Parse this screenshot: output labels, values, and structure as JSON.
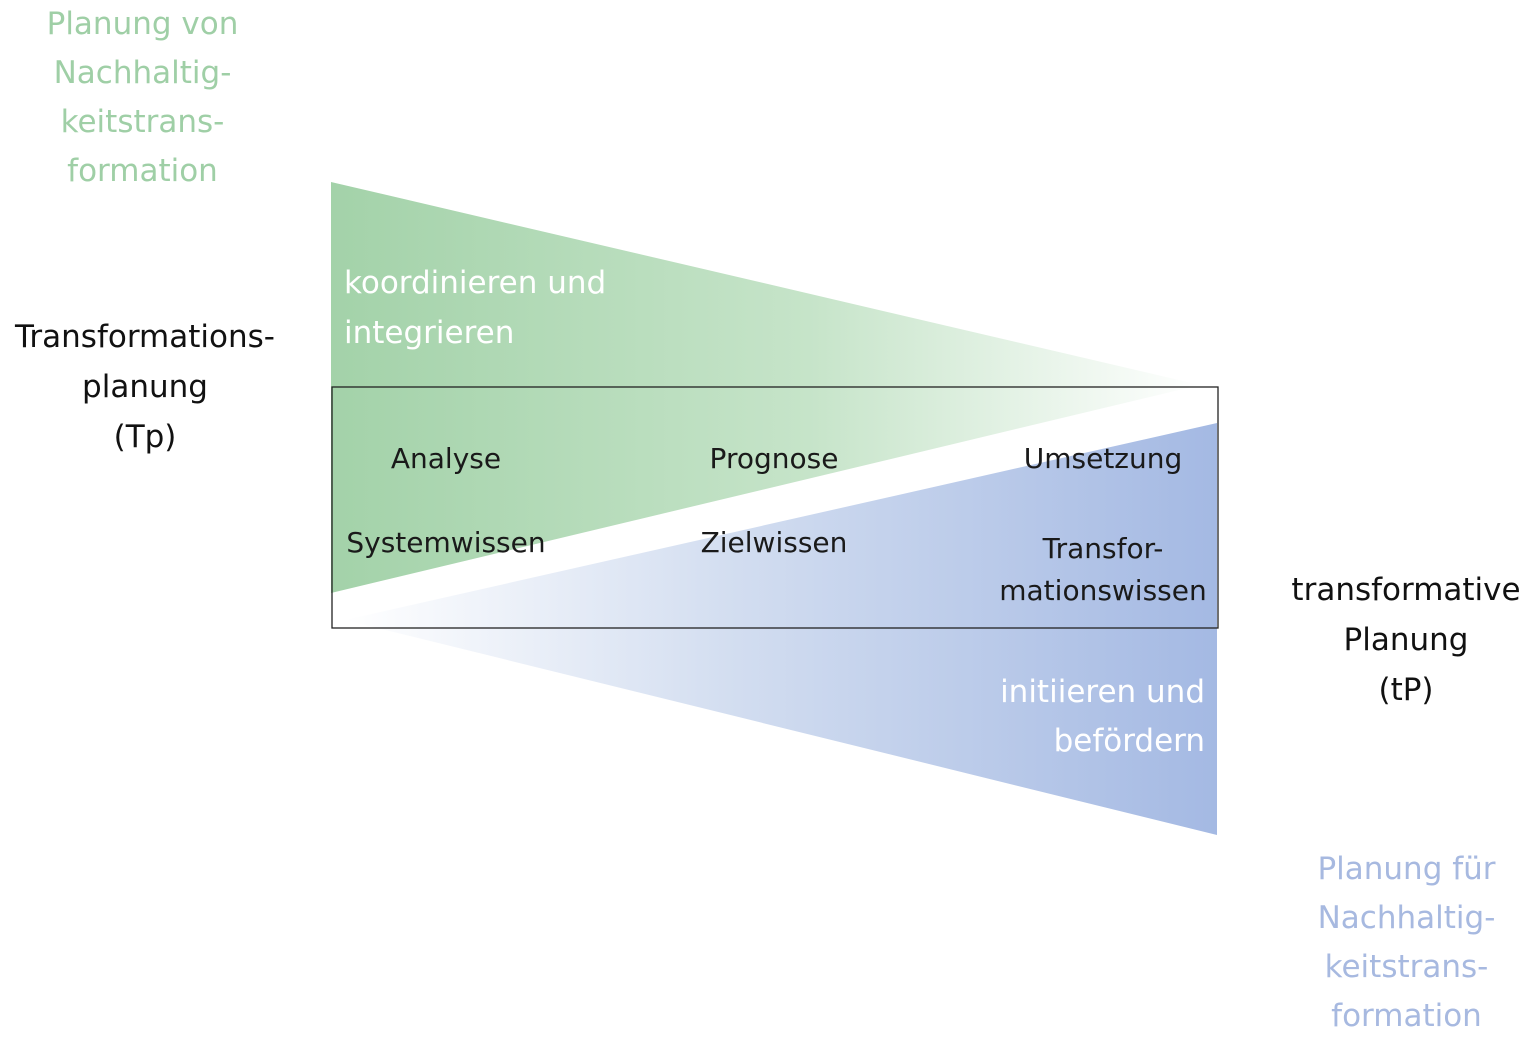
{
  "colors": {
    "green": "#a3d2a9",
    "blue": "#a4b9e3",
    "green_text": "#9fcfa6",
    "blue_text": "#a7b9e0",
    "box_stroke": "#222222"
  },
  "left_title": {
    "lines": [
      "Planung von",
      "Nachhaltig-",
      "keitstrans-",
      "formation"
    ]
  },
  "left_label": {
    "lines": [
      "Transformations-",
      "planung",
      "(Tp)"
    ]
  },
  "green_wedge_label": {
    "lines": [
      "koordinieren und",
      "integrieren"
    ]
  },
  "matrix": {
    "row1": [
      "Analyse",
      "Prognose",
      "Umsetzung"
    ],
    "row2": [
      "Systemwissen",
      "Zielwissen"
    ],
    "row2_last": [
      "Transfor-",
      "mationswissen"
    ]
  },
  "blue_wedge_label": {
    "lines": [
      "initiieren und",
      "befördern"
    ]
  },
  "right_label": {
    "lines": [
      "transformative",
      "Planung",
      "(tP)"
    ]
  },
  "right_title": {
    "lines": [
      "Planung für",
      "Nachhaltig-",
      "keitstrans-",
      "formation"
    ]
  }
}
